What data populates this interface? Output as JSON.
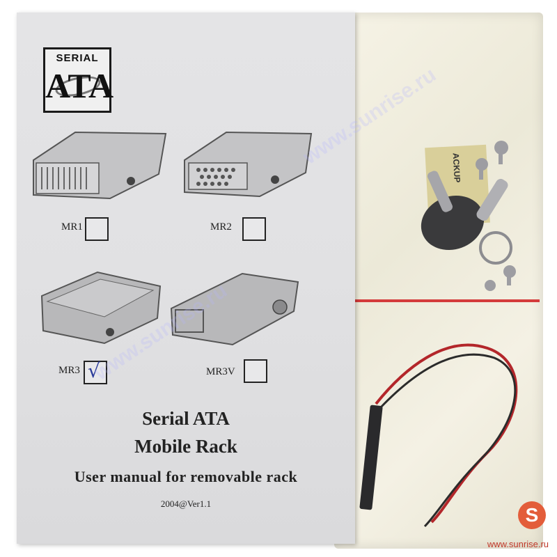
{
  "manual": {
    "logo_top": "SERIAL",
    "logo_bottom": "ATA",
    "options": [
      {
        "label": "MR1",
        "checked": false
      },
      {
        "label": "MR2",
        "checked": false
      },
      {
        "label": "MR3",
        "checked": true
      },
      {
        "label": "MR3V",
        "checked": false
      }
    ],
    "check_mark": "√",
    "title_line1": "Serial ATA",
    "title_line2": "Mobile Rack",
    "subtitle": "User manual for removable rack",
    "version": "2004@Ver1.1"
  },
  "accessory_bag": {
    "tag_text": "ACKUP"
  },
  "watermark": {
    "logo_letter": "S",
    "site": "www.sunrise.ru",
    "diagonal_text": "www.sunrise.ru"
  },
  "colors": {
    "seal_red": "#d43b3b",
    "cable_red": "#b3262a",
    "watermark_red": "#e35d3a"
  }
}
